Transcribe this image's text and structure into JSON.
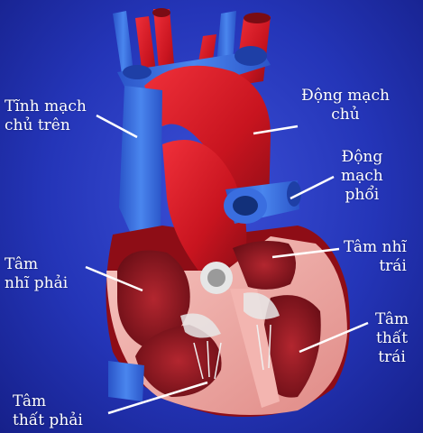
{
  "labels": {
    "svc": [
      "Tĩnh mạch",
      "chủ trên"
    ],
    "aorta": [
      "Động mạch",
      "chủ"
    ],
    "pulmonary_artery": [
      "Động",
      "mạch",
      "phổi"
    ],
    "right_atrium": [
      "Tâm",
      "nhĩ phải"
    ],
    "left_atrium": [
      "Tâm nhĩ",
      "trái"
    ],
    "left_ventricle": [
      "Tâm",
      "thất",
      "trái"
    ],
    "right_ventricle": [
      "Tâm",
      "thất phải"
    ]
  },
  "colors": {
    "background": "#2a3cc4",
    "label_text": "#ffffff",
    "leader_line": "#ffffff",
    "artery_red": "#d81a2a",
    "vein_blue": "#3a6ee0",
    "muscle_pink": "#f3b5b0",
    "chamber_dark": "#8a1620"
  }
}
